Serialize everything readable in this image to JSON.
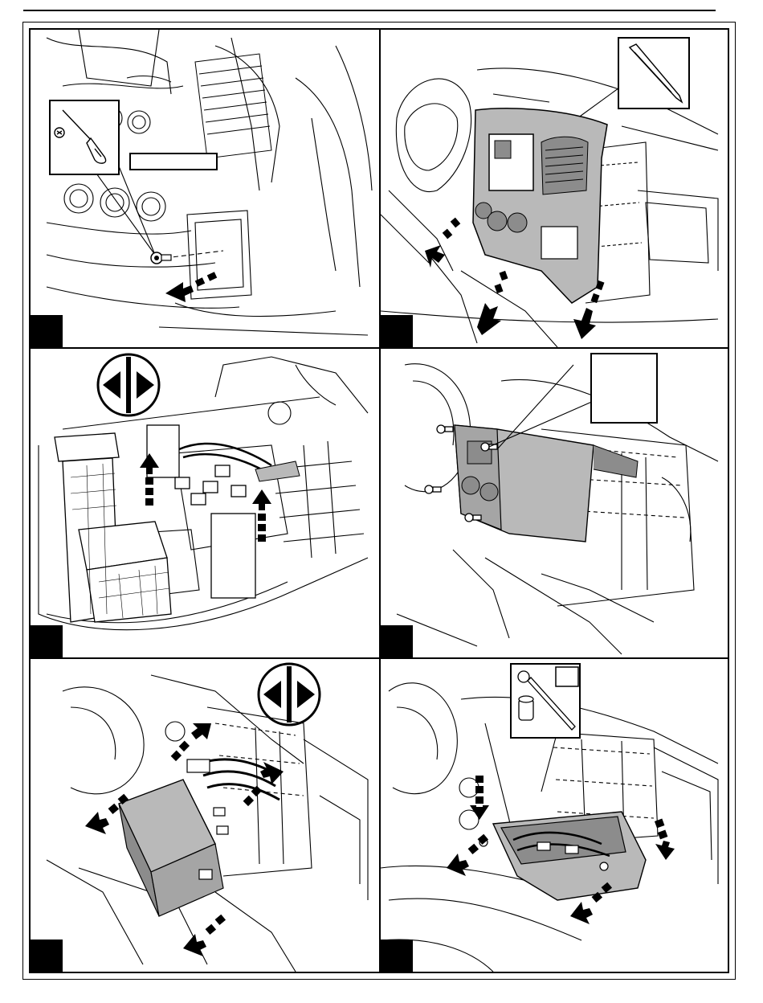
{
  "document": {
    "panels": [
      {
        "id": "panel-1",
        "step_label": "",
        "callout_text": ""
      },
      {
        "id": "panel-2",
        "step_label": ""
      },
      {
        "id": "panel-3",
        "step_label": ""
      },
      {
        "id": "panel-4",
        "step_label": "",
        "tool_size": ""
      },
      {
        "id": "panel-5",
        "step_label": ""
      },
      {
        "id": "panel-6",
        "step_label": "",
        "tool_size": ""
      }
    ]
  },
  "colors": {
    "line": "#000000",
    "panel_fill": "#b9b9b9",
    "panel_dark": "#8c8c8c",
    "arrow": "#000000"
  },
  "icons": [
    "screwdriver-icon",
    "pry-tool-icon",
    "disconnect-connector-icon",
    "ratchet-icon",
    "socket-icon",
    "removal-arrow-icon"
  ]
}
